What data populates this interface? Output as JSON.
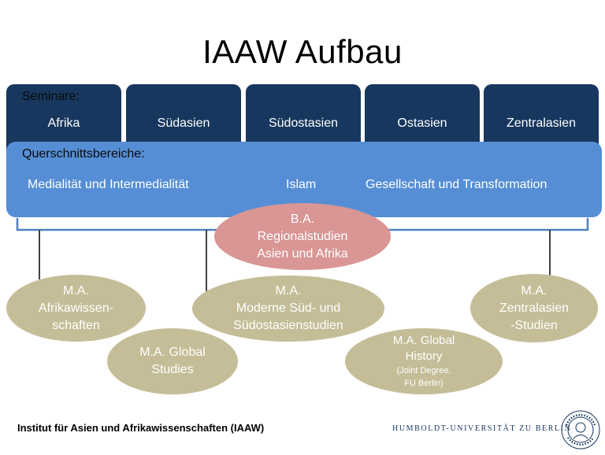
{
  "title": "IAAW Aufbau",
  "seminare": {
    "label": "Seminare:",
    "items": [
      "Afrika",
      "Südasien",
      "Südostasien",
      "Ostasien",
      "Zentralasien"
    ]
  },
  "querschnitt": {
    "label": "Querschnittsbereiche:",
    "items": [
      "Medialität und Intermedialität",
      "Islam",
      "Gesellschaft und Transformation"
    ]
  },
  "ba": {
    "line1": "B.A.",
    "line2": "Regionalstudien",
    "line3": "Asien und Afrika"
  },
  "ma": {
    "afrika": {
      "line1": "M.A.",
      "line2": "Afrikawissen-",
      "line3": "schaften"
    },
    "global_studies": {
      "line1": "M.A. Global",
      "line2": "Studies"
    },
    "moderne": {
      "line1": "M.A.",
      "line2": "Moderne Süd- und",
      "line3": "Südostasienstudien"
    },
    "global_history": {
      "line1": "M.A. Global",
      "line2": "History",
      "note1": "(Joint Degree,",
      "note2": "FU Berlin)"
    },
    "zentralasien": {
      "line1": "M.A.",
      "line2": "Zentralasien",
      "line3": "-Studien"
    }
  },
  "footer": {
    "institute": "Institut für Asien und Afrikawissenschaften (IAAW)",
    "university": "HUMBOLDT-UNIVERSITÄT ZU BERLIN"
  },
  "colors": {
    "seminar": "#17375e",
    "band": "#558ed5",
    "ba": "#d99694",
    "ma": "#c4bd97"
  }
}
